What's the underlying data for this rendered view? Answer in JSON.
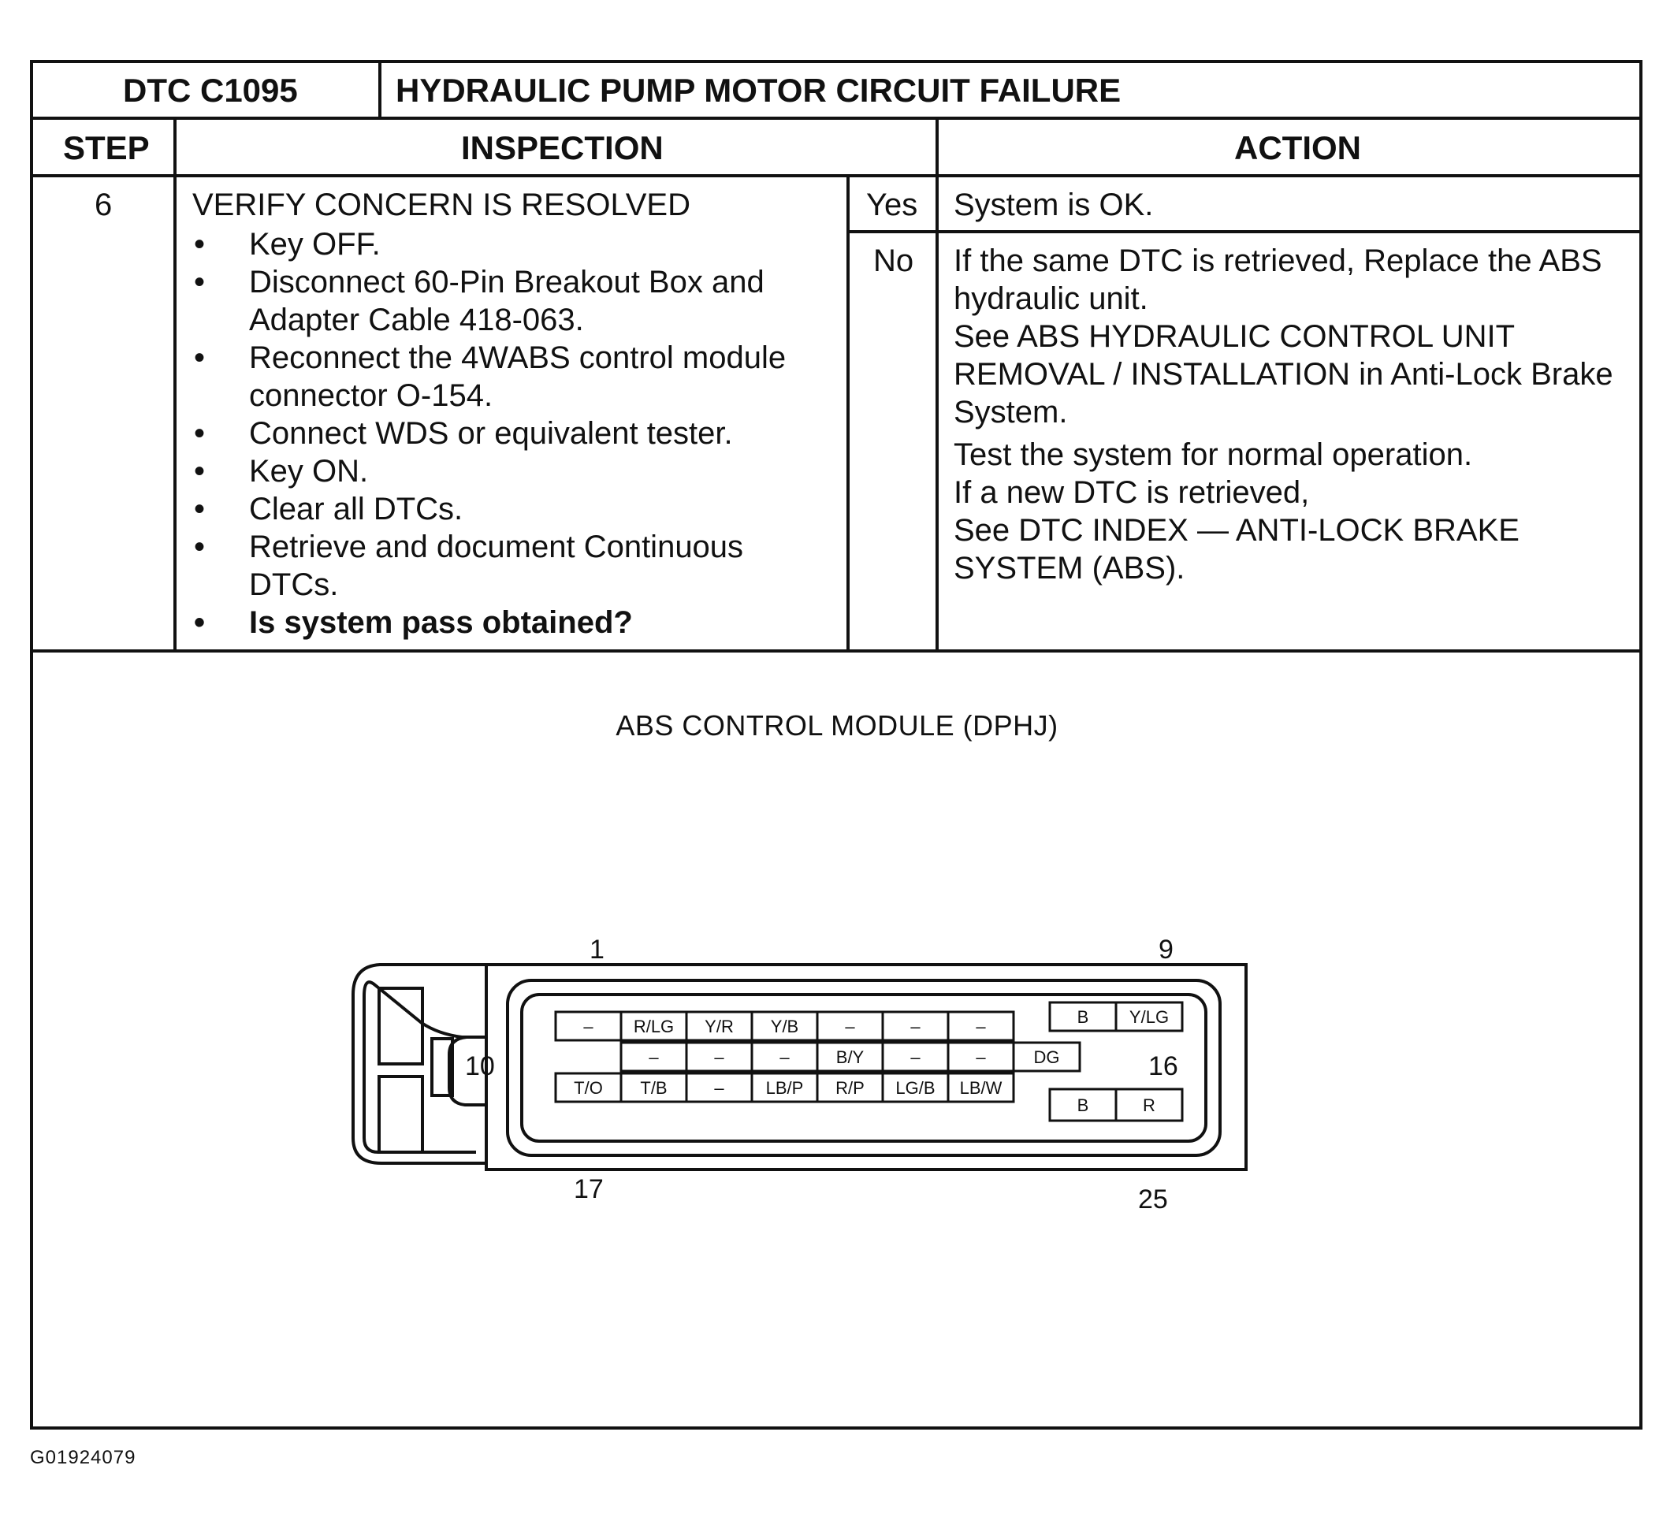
{
  "header": {
    "dtc_code": "DTC C1095",
    "dtc_title": "HYDRAULIC PUMP MOTOR CIRCUIT FAILURE"
  },
  "columns": {
    "step": "STEP",
    "inspection": "INSPECTION",
    "action": "ACTION"
  },
  "row": {
    "step_number": "6",
    "inspection_title": "VERIFY CONCERN IS RESOLVED",
    "inspection_items": [
      "Key OFF.",
      "Disconnect 60-Pin Breakout Box and\nAdapter Cable 418-063.",
      "Reconnect the 4WABS control module\nconnector O-154.",
      "Connect WDS or equivalent tester.",
      "Key ON.",
      "Clear all DTCs.",
      "Retrieve and document Continuous\nDTCs.",
      "Is system pass obtained?"
    ],
    "yes_label": "Yes",
    "yes_action": "System is OK.",
    "no_label": "No",
    "no_action_lines": [
      "If the same DTC is retrieved, Replace the ABS",
      "hydraulic unit.",
      "See ABS HYDRAULIC CONTROL UNIT",
      "REMOVAL / INSTALLATION in  Anti-Lock Brake",
      "System.",
      "Test the system for normal operation.",
      "If a new DTC is retrieved,",
      "See DTC INDEX — ANTI-LOCK BRAKE",
      "SYSTEM (ABS)."
    ]
  },
  "diagram": {
    "title": "ABS CONTROL MODULE (DPHJ)",
    "pin_numbers": {
      "top_left": "1",
      "top_right": "9",
      "middle_left": "10",
      "middle_right": "16",
      "bottom_left": "17",
      "bottom_right": "25"
    },
    "row1": [
      "–",
      "R/LG",
      "Y/R",
      "Y/B",
      "–",
      "–",
      "–"
    ],
    "row1_right": [
      "B",
      "Y/LG"
    ],
    "row2": [
      "–",
      "–",
      "–",
      "B/Y",
      "–",
      "–",
      "DG"
    ],
    "row3": [
      "T/O",
      "T/B",
      "–",
      "LB/P",
      "R/P",
      "LG/B",
      "LB/W"
    ],
    "row3_right": [
      "B",
      "R"
    ]
  },
  "figure_id": "G01924079"
}
